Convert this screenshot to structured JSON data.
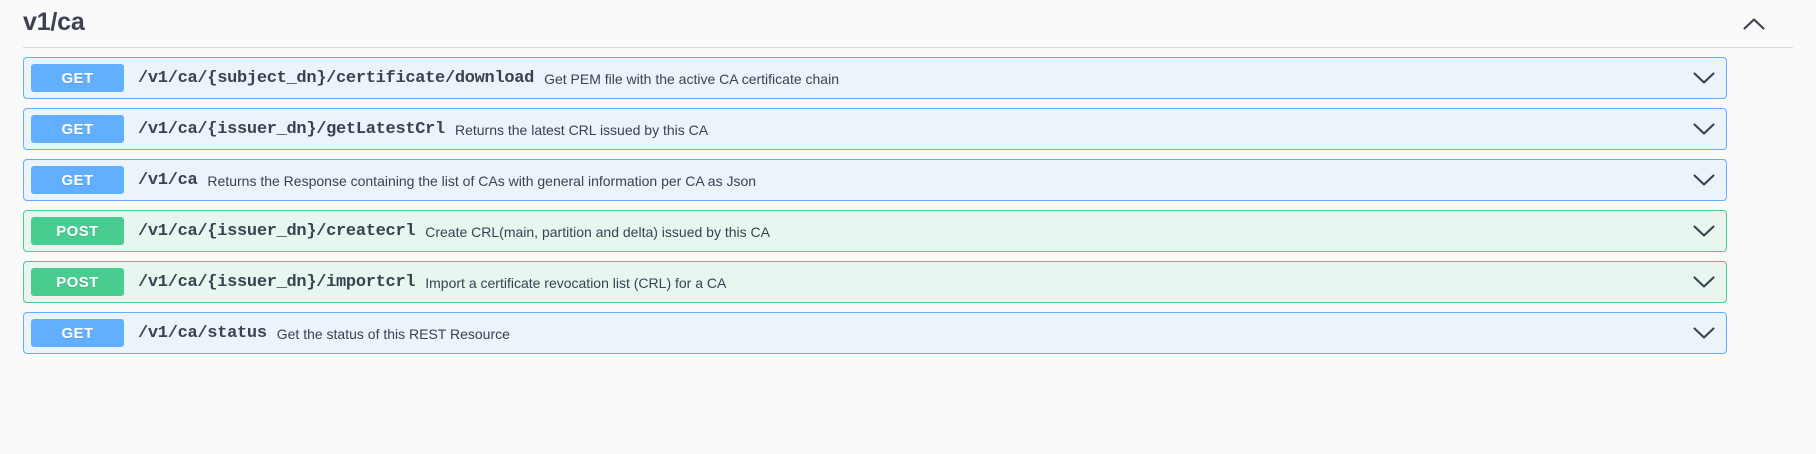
{
  "tag": {
    "name": "v1/ca",
    "collapse_icon": "chevron-up-icon",
    "expanded": true
  },
  "colors": {
    "get_badge": "#61affe",
    "get_row_bg": "#ebf3fb",
    "post_badge": "#49cc90",
    "post_row_bg": "#e8f6f0",
    "text": "#3b4151",
    "page_bg": "#fafafa"
  },
  "operations": [
    {
      "method": "GET",
      "path": "/v1/ca/{subject_dn}/certificate/download",
      "summary": "Get PEM file with the active CA certificate chain",
      "expand_icon": "chevron-down-icon"
    },
    {
      "method": "GET",
      "path": "/v1/ca/{issuer_dn}/getLatestCrl",
      "summary": "Returns the latest CRL issued by this CA",
      "expand_icon": "chevron-down-icon"
    },
    {
      "method": "GET",
      "path": "/v1/ca",
      "summary": "Returns the Response containing the list of CAs with general information per CA as Json",
      "expand_icon": "chevron-down-icon"
    },
    {
      "method": "POST",
      "path": "/v1/ca/{issuer_dn}/createcrl",
      "summary": "Create CRL(main, partition and delta) issued by this CA",
      "expand_icon": "chevron-down-icon"
    },
    {
      "method": "POST",
      "path": "/v1/ca/{issuer_dn}/importcrl",
      "summary": "Import a certificate revocation list (CRL) for a CA",
      "expand_icon": "chevron-down-icon"
    },
    {
      "method": "GET",
      "path": "/v1/ca/status",
      "summary": "Get the status of this REST Resource",
      "expand_icon": "chevron-down-icon"
    }
  ]
}
